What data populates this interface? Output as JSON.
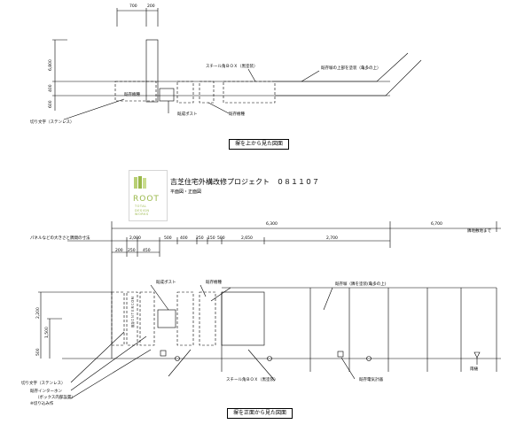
{
  "top_view": {
    "dim_700": "700",
    "dim_200": "200",
    "dim_left_a": "6,800",
    "dim_left_b": "400",
    "dim_left_c": "600",
    "label_steel_box": "スチール角ＢＯＸ（黒塗装）",
    "label_existing_wall_top": "既存塀の上部を塗装（亀多の上）",
    "label_existing_hedge": "既存樹種",
    "label_existing_post": "既成ポスト",
    "label_existing_hedge_2": "既存樹種",
    "label_cutting_stainless": "切り文字（ステンレス）",
    "caption": "塀を上から見た図面"
  },
  "title_block": {
    "title": "吉芝住宅外構改修プロジェクト　０８１１０７",
    "subtitle": "平面図・正面図",
    "logo_word": "ROOT",
    "logo_lines": [
      "TOTAL",
      "DESIGN",
      "WORKS"
    ]
  },
  "front_view": {
    "dim_overall": "6,300",
    "dim_right": "6,700",
    "label_right_end": "隣地敷地まで",
    "label_panel_size": "パネルなどの大きさと隅間の寸法",
    "dims_row": [
      "2,000",
      "500",
      "400",
      "250",
      "150",
      "500",
      "2,650",
      "2,700"
    ],
    "dims_sub": [
      "200",
      "250",
      "450"
    ],
    "dim_height_a": "2,200",
    "dim_height_b": "1,500",
    "dim_height_c": "500",
    "label_existing_post": "既成ポスト",
    "label_existing_hedge": "既存樹種",
    "label_wall_paint": "既存塀（隣を塗装(亀多の上)",
    "label_intercom_vert": "既存ＩＮＴＥＲＣＯＭ",
    "label_steel_box": "スチール角ＢＯＸ（黒塗装）",
    "label_cutting_stainless": "切り文字（ステンレス）",
    "label_intercom": "既存インターホン",
    "label_intercom_note": "（ボックス内部設置）",
    "label_cutout": "※切り込み作",
    "label_existing_meter": "既存電気計器",
    "label_drain": "雨樋",
    "caption": "塀を正面から見た図面"
  }
}
